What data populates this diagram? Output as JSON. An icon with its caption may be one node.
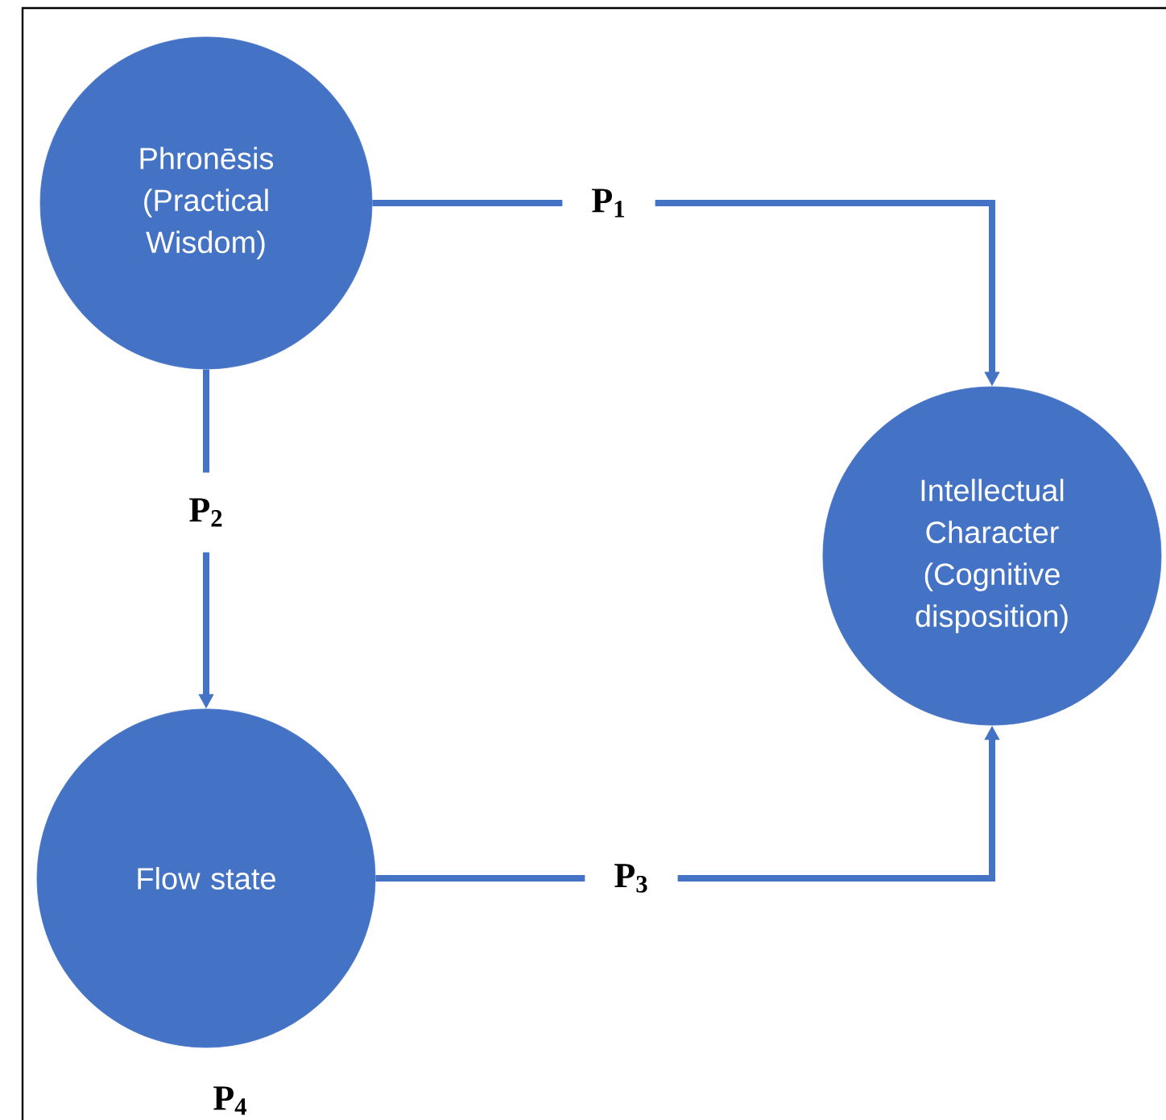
{
  "diagram": {
    "nodes": [
      {
        "text": [
          "Phronēsis (Practical Wisdom)"
        ]
      },
      {
        "text": [
          "Intellectual Character (Cognitive disposition)"
        ]
      },
      {
        "text": [
          "Flow state"
        ],
        "beside": [
          "P$_{4}$"
        ]
      }
    ],
    "edges": [
      {
        "from": 0,
        "to": 1,
        "arrow": "to",
        "label": "P$_{1}$"
      },
      {
        "from": 0,
        "to": 2,
        "arrow": "to",
        "label": "P$_{2}$"
      },
      {
        "from": 2,
        "to": 1,
        "arrow": "to",
        "label": "P$_{3}$"
      }
    ]
  }
}
